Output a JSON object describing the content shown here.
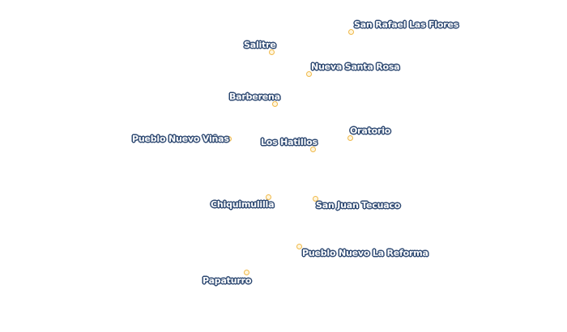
{
  "map": {
    "places": [
      {
        "name": "San Rafael Las Flores"
      },
      {
        "name": "Salitre"
      },
      {
        "name": "Nueva Santa Rosa"
      },
      {
        "name": "Barberena"
      },
      {
        "name": "Oratorio"
      },
      {
        "name": "Pueblo Nuevo Viñas"
      },
      {
        "name": "Los Hatillos"
      },
      {
        "name": "Chiquimulilla"
      },
      {
        "name": "San Juan Tecuaco"
      },
      {
        "name": "Pueblo Nuevo La Reforma"
      },
      {
        "name": "Papaturro"
      }
    ],
    "colors": {
      "marker_fill": "#fff6de",
      "marker_stroke": "#f0b94a",
      "label_halo": "#2f4a73",
      "label_text": "#ffffff"
    }
  }
}
